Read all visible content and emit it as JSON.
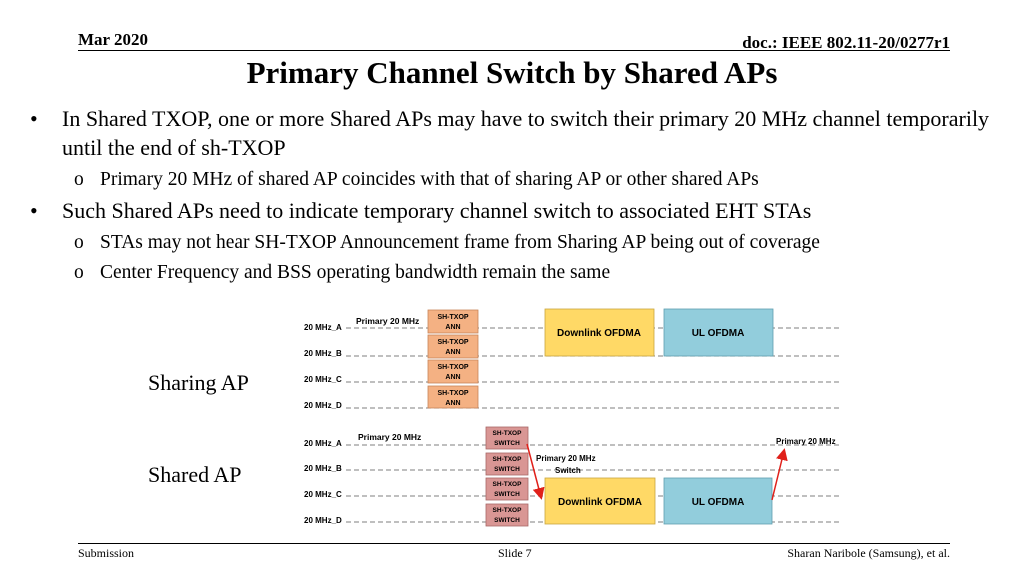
{
  "header": {
    "date": "Mar 2020",
    "doc": "doc.: IEEE 802.11-20/0277r1"
  },
  "title": "Primary Channel Switch by Shared APs",
  "bullets": [
    {
      "text": "In Shared TXOP, one or more Shared APs may have to switch their primary 20 MHz channel temporarily until the end of sh-TXOP",
      "subs": [
        "Primary 20 MHz of shared AP coincides with that of sharing AP or other shared APs"
      ]
    },
    {
      "text": "Such Shared APs need to indicate temporary channel switch to associated EHT STAs",
      "subs": [
        "STAs may not hear SH-TXOP Announcement frame from Sharing AP being out of coverage",
        "Center Frequency and BSS operating bandwidth remain the same"
      ]
    }
  ],
  "bullet_glyph": "•",
  "sub_glyph": "o",
  "sides": {
    "sharing": "Sharing AP",
    "shared": "Shared AP"
  },
  "diagram": {
    "channels": [
      "20 MHz_A",
      "20 MHz_B",
      "20 MHz_C",
      "20 MHz_D"
    ],
    "primary_label": "Primary 20 MHz",
    "primary_label_right": "Primary 20 MHz",
    "switch_label_1": "Primary 20 MHz",
    "switch_label_2": "Switch",
    "ann_line1": "SH-TXOP",
    "ann_line2": "ANN",
    "switch_line1": "SH-TXOP",
    "switch_line2": "SWITCH",
    "downlink": "Downlink OFDMA",
    "ul": "UL OFDMA",
    "colors": {
      "ann": "#f4b183",
      "switch": "#d99694",
      "downlink": "#ffd966",
      "ul": "#92cddc",
      "arrow": "#e0201a",
      "line": "#7f7f7f"
    }
  },
  "footer": {
    "left": "Submission",
    "center": "Slide 7",
    "right": "Sharan Naribole (Samsung), et al."
  }
}
